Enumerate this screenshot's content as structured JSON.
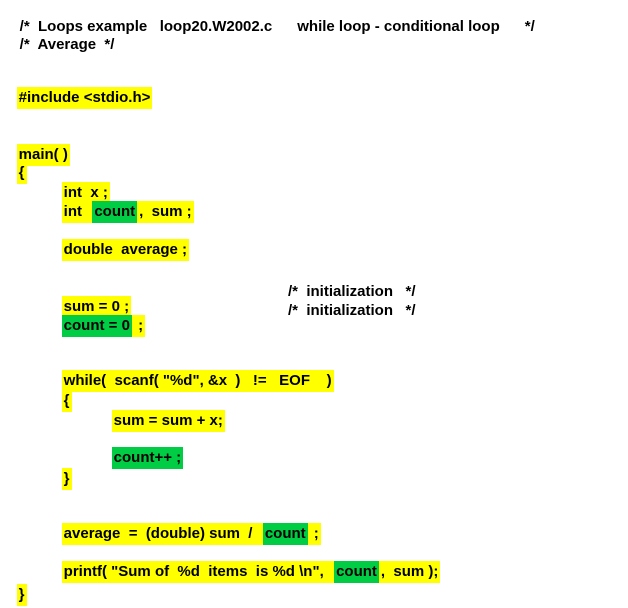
{
  "colors": {
    "highlight_yellow": "#ffff00",
    "highlight_green": "#00cc44",
    "text": "#000000",
    "background": "#ffffff"
  },
  "code": {
    "header_comment_1": "/*  Loops example   loop20.W2002.c      while loop - conditional loop      */",
    "header_comment_2": "/*  Average  */",
    "include_directive": "#include <stdio.h>",
    "main_signature": "main( )",
    "main_open_brace": "{",
    "decl_x": "int  x ;",
    "decl_count_prefix": "int  ",
    "decl_count_var": "count",
    "decl_count_suffix": ",  sum ;",
    "decl_average": "double  average ;",
    "init_sum": "sum = 0 ;",
    "init_sum_comment": "/*  initialization   */",
    "init_count_green": "count = 0",
    "init_count_suffix": " ;",
    "init_count_comment": "/*  initialization   */",
    "while_condition": "while(  scanf( \"%d\", &x  )   !=   EOF    )",
    "while_open_brace": "{",
    "body_sum": "sum = sum + x;",
    "body_count_increment": "count++ ;",
    "while_close_brace": "}",
    "average_prefix": "average  =  (double) sum  /  ",
    "average_var": "count",
    "average_suffix": " ;",
    "printf_prefix": "printf( \"Sum of  %d  items  is %d \\n\",  ",
    "printf_var": "count",
    "printf_suffix": ",  sum );",
    "main_close_brace": "}"
  }
}
